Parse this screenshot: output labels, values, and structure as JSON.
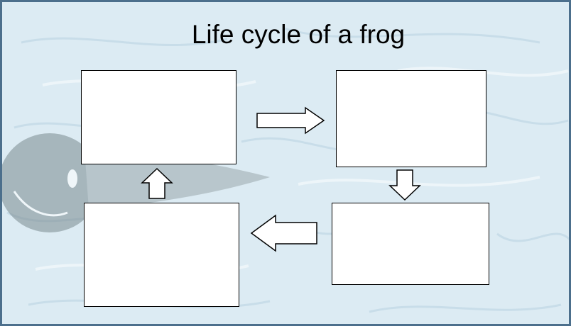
{
  "slide": {
    "title": "Life cycle of a frog"
  },
  "colors": {
    "background": "#dcebf3",
    "frame": "#4c6f8c",
    "box_fill": "#ffffff",
    "box_border": "#000000"
  },
  "diagram": {
    "stages": [
      {
        "label": ""
      },
      {
        "label": ""
      },
      {
        "label": ""
      },
      {
        "label": ""
      }
    ],
    "arrows": [
      {
        "direction": "right"
      },
      {
        "direction": "down"
      },
      {
        "direction": "left"
      },
      {
        "direction": "up"
      }
    ]
  }
}
